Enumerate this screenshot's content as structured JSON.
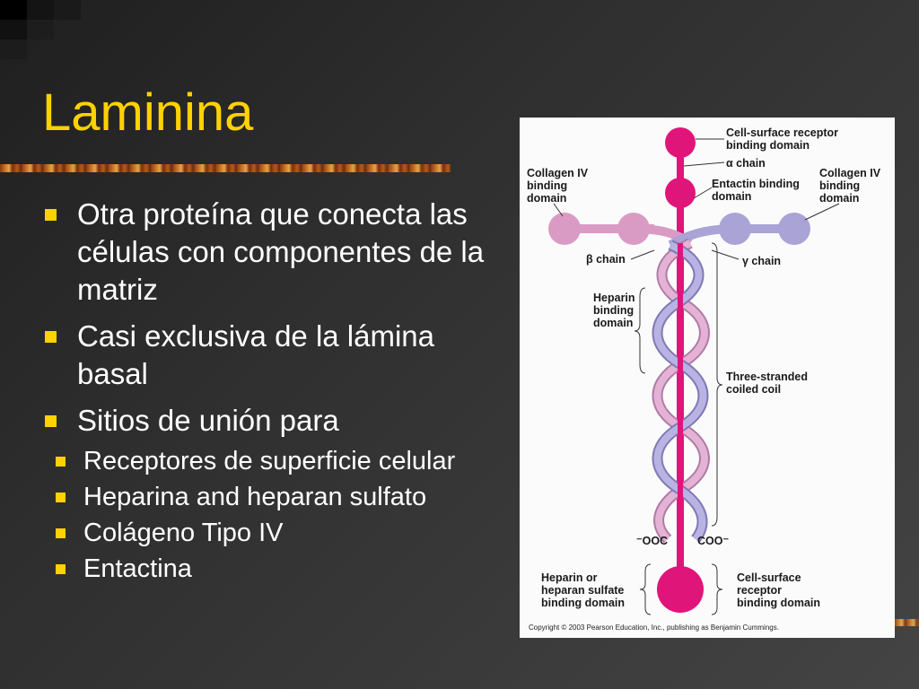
{
  "slide": {
    "title": "Laminina",
    "bullets": [
      {
        "text": "Otra proteína que conecta las células con componentes de la matriz"
      },
      {
        "text": "Casi exclusiva de la lámina basal"
      },
      {
        "text": "Sitios de unión para",
        "sub": [
          "Receptores de superficie celular",
          "Heparina and heparan sulfato",
          "Colágeno Tipo IV",
          "Entactina"
        ]
      }
    ]
  },
  "figure": {
    "labels": {
      "cell_receptor_top": [
        "Cell-surface receptor",
        "binding domain"
      ],
      "alpha_chain": "α chain",
      "collagen_left": [
        "Collagen IV",
        "binding",
        "domain"
      ],
      "entactin": [
        "Entactin binding",
        "domain"
      ],
      "collagen_right": [
        "Collagen IV",
        "binding",
        "domain"
      ],
      "beta_chain": "β chain",
      "gamma_chain": "γ chain",
      "heparin_mid": [
        "Heparin",
        "binding",
        "domain"
      ],
      "coiled_coil": [
        "Three-stranded",
        "coiled coil"
      ],
      "ooc": "⁻OOC",
      "coo": "COO⁻",
      "heparin_bottom": [
        "Heparin or",
        "heparan sulfate",
        "binding domain"
      ],
      "cell_receptor_bottom": [
        "Cell-surface",
        "receptor",
        "binding domain"
      ],
      "copyright": "Copyright © 2003 Pearson Education, Inc., publishing as Benjamin Cummings."
    },
    "colors": {
      "alpha": "#e0157a",
      "beta": "#d99bc4",
      "gamma": "#a9a3d6",
      "background": "#fbfbfb"
    }
  }
}
